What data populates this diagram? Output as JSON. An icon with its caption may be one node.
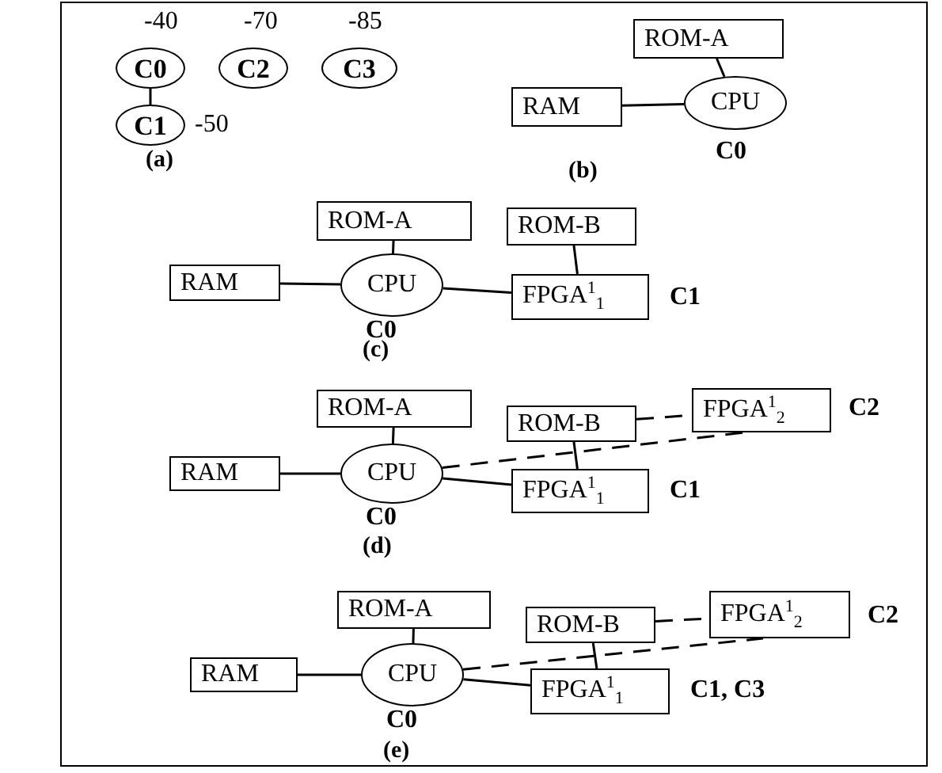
{
  "diagram": {
    "nodes": [
      {
        "text": [
          "C0"
        ],
        "beside": [
          "-40"
        ]
      },
      {
        "text": [
          "C2"
        ],
        "beside": [
          "-70"
        ]
      },
      {
        "text": [
          "C3"
        ],
        "beside": [
          "-85"
        ]
      },
      {
        "text": [
          "C1"
        ],
        "beside": [
          "-50"
        ]
      },
      {
        "text": [
          "ROM-A"
        ]
      },
      {
        "text": [
          "RAM"
        ]
      },
      {
        "text": [
          "CPU"
        ],
        "beside": [
          "C0"
        ]
      },
      {
        "text": [
          "ROM-A"
        ]
      },
      {
        "text": [
          "ROM-B"
        ]
      },
      {
        "text": [
          "RAM"
        ]
      },
      {
        "text": [
          "CPU"
        ],
        "beside": [
          "C0"
        ]
      },
      {
        "text": [
          "FPGA$^{1}$$_{1}$"
        ],
        "beside": [
          "C1"
        ]
      },
      {
        "text": [
          "ROM-A"
        ]
      },
      {
        "text": [
          "ROM-B"
        ]
      },
      {
        "text": [
          "FPGA$^{1}$$_{2}$"
        ],
        "beside": [
          "C2"
        ]
      },
      {
        "text": [
          "RAM"
        ]
      },
      {
        "text": [
          "CPU"
        ],
        "beside": [
          "C0"
        ]
      },
      {
        "text": [
          "FPGA$^{1}$$_{1}$"
        ],
        "beside": [
          "C1"
        ]
      },
      {
        "text": [
          "ROM-A"
        ]
      },
      {
        "text": [
          "ROM-B"
        ]
      },
      {
        "text": [
          "FPGA$^{1}$$_{2}$"
        ],
        "beside": [
          "C2"
        ]
      },
      {
        "text": [
          "RAM"
        ]
      },
      {
        "text": [
          "CPU"
        ],
        "beside": [
          "C0"
        ]
      },
      {
        "text": [
          "FPGA$^{1}$$_{1}$"
        ],
        "beside": [
          "C1, C3"
        ]
      }
    ],
    "edges": [
      {
        "from": 0,
        "to": 3,
        "arrow": "none"
      },
      {
        "from": 4,
        "to": 6,
        "arrow": "none"
      },
      {
        "from": 5,
        "to": 6,
        "arrow": "none"
      },
      {
        "from": 7,
        "to": 10,
        "arrow": "none"
      },
      {
        "from": 9,
        "to": 10,
        "arrow": "none"
      },
      {
        "from": 10,
        "to": 11,
        "arrow": "none"
      },
      {
        "from": 8,
        "to": 11,
        "arrow": "none"
      },
      {
        "from": 12,
        "to": 16,
        "arrow": "none"
      },
      {
        "from": 15,
        "to": 16,
        "arrow": "none"
      },
      {
        "from": 16,
        "to": 17,
        "arrow": "none"
      },
      {
        "from": 13,
        "to": 17,
        "arrow": "none"
      },
      {
        "from": 13,
        "to": 14,
        "arrow": "none",
        "style": "dashed"
      },
      {
        "from": 16,
        "to": 14,
        "arrow": "none",
        "style": "dashed"
      },
      {
        "from": 18,
        "to": 22,
        "arrow": "none"
      },
      {
        "from": 21,
        "to": 22,
        "arrow": "none"
      },
      {
        "from": 22,
        "to": 23,
        "arrow": "none"
      },
      {
        "from": 19,
        "to": 23,
        "arrow": "none"
      },
      {
        "from": 19,
        "to": 20,
        "arrow": "none",
        "style": "dashed"
      },
      {
        "from": 22,
        "to": 20,
        "arrow": "none",
        "style": "dashed"
      }
    ],
    "labels": [
      "(a)",
      "(b)",
      "(c)",
      "(d)",
      "(e)"
    ]
  }
}
